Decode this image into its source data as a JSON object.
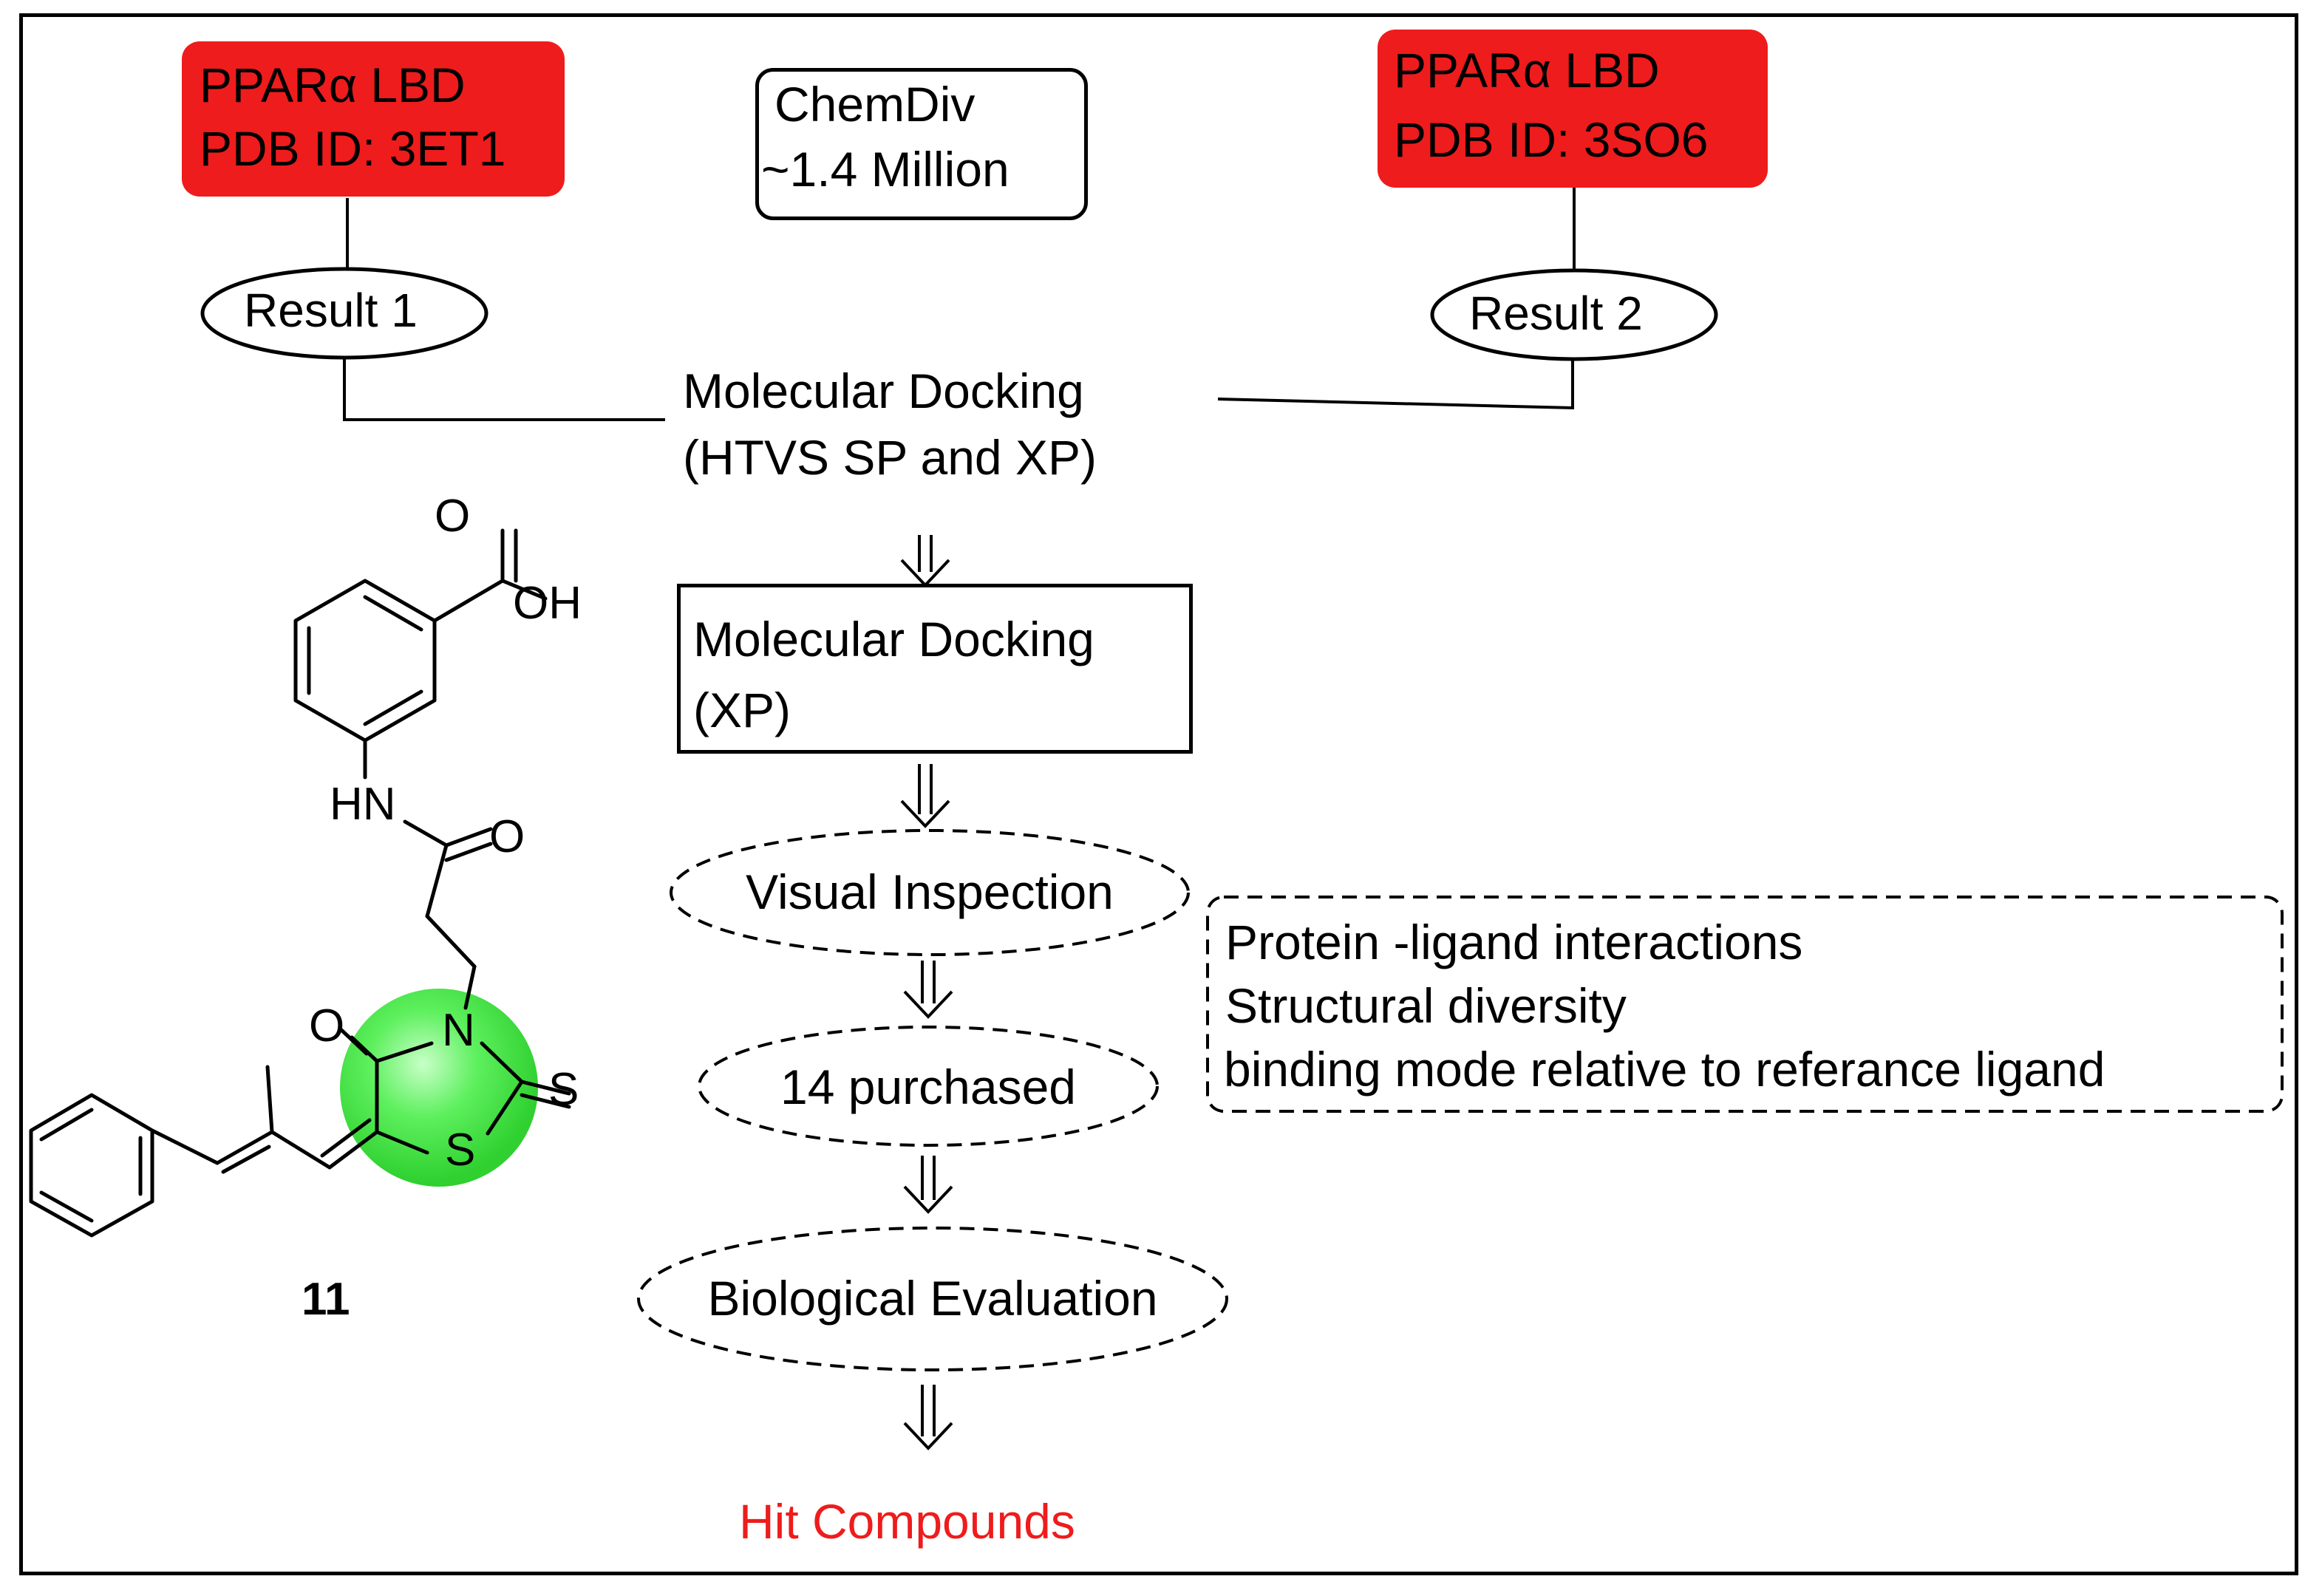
{
  "left_target": {
    "line1": "PPARα LBD",
    "line2": "PDB ID: 3ET1",
    "color": "#ee1c1c"
  },
  "right_target": {
    "line1": "PPARα LBD",
    "line2": "PDB ID: 3SO6",
    "color": "#ee1c1c"
  },
  "library": {
    "line1": "ChemDiv",
    "line2": "~1.4 Million"
  },
  "result1": "Result 1",
  "result2": "Result 2",
  "docking1": {
    "line1": "Molecular Docking",
    "line2": "(HTVS SP and XP)"
  },
  "docking2": {
    "line1": "Molecular Docking",
    "line2": "(XP)"
  },
  "visual_inspection": "Visual Inspection",
  "criteria": [
    "Protein -ligand interactions",
    "Structural diversity",
    "binding mode relative to referance ligand"
  ],
  "purchased": "14 purchased",
  "bio_eval": "Biological Evaluation",
  "hits": {
    "label": "Hit Compounds",
    "color": "#ee1c1c"
  },
  "molecule": {
    "compound_number": "11",
    "highlight_color": "#39e639",
    "atoms": {
      "o_carbonyl_acid": "O",
      "oh": "OH",
      "hn": "HN",
      "o_amide": "O",
      "o_ring": "O",
      "n_ring": "N",
      "s_thione": "S",
      "s_ring": "S"
    }
  }
}
